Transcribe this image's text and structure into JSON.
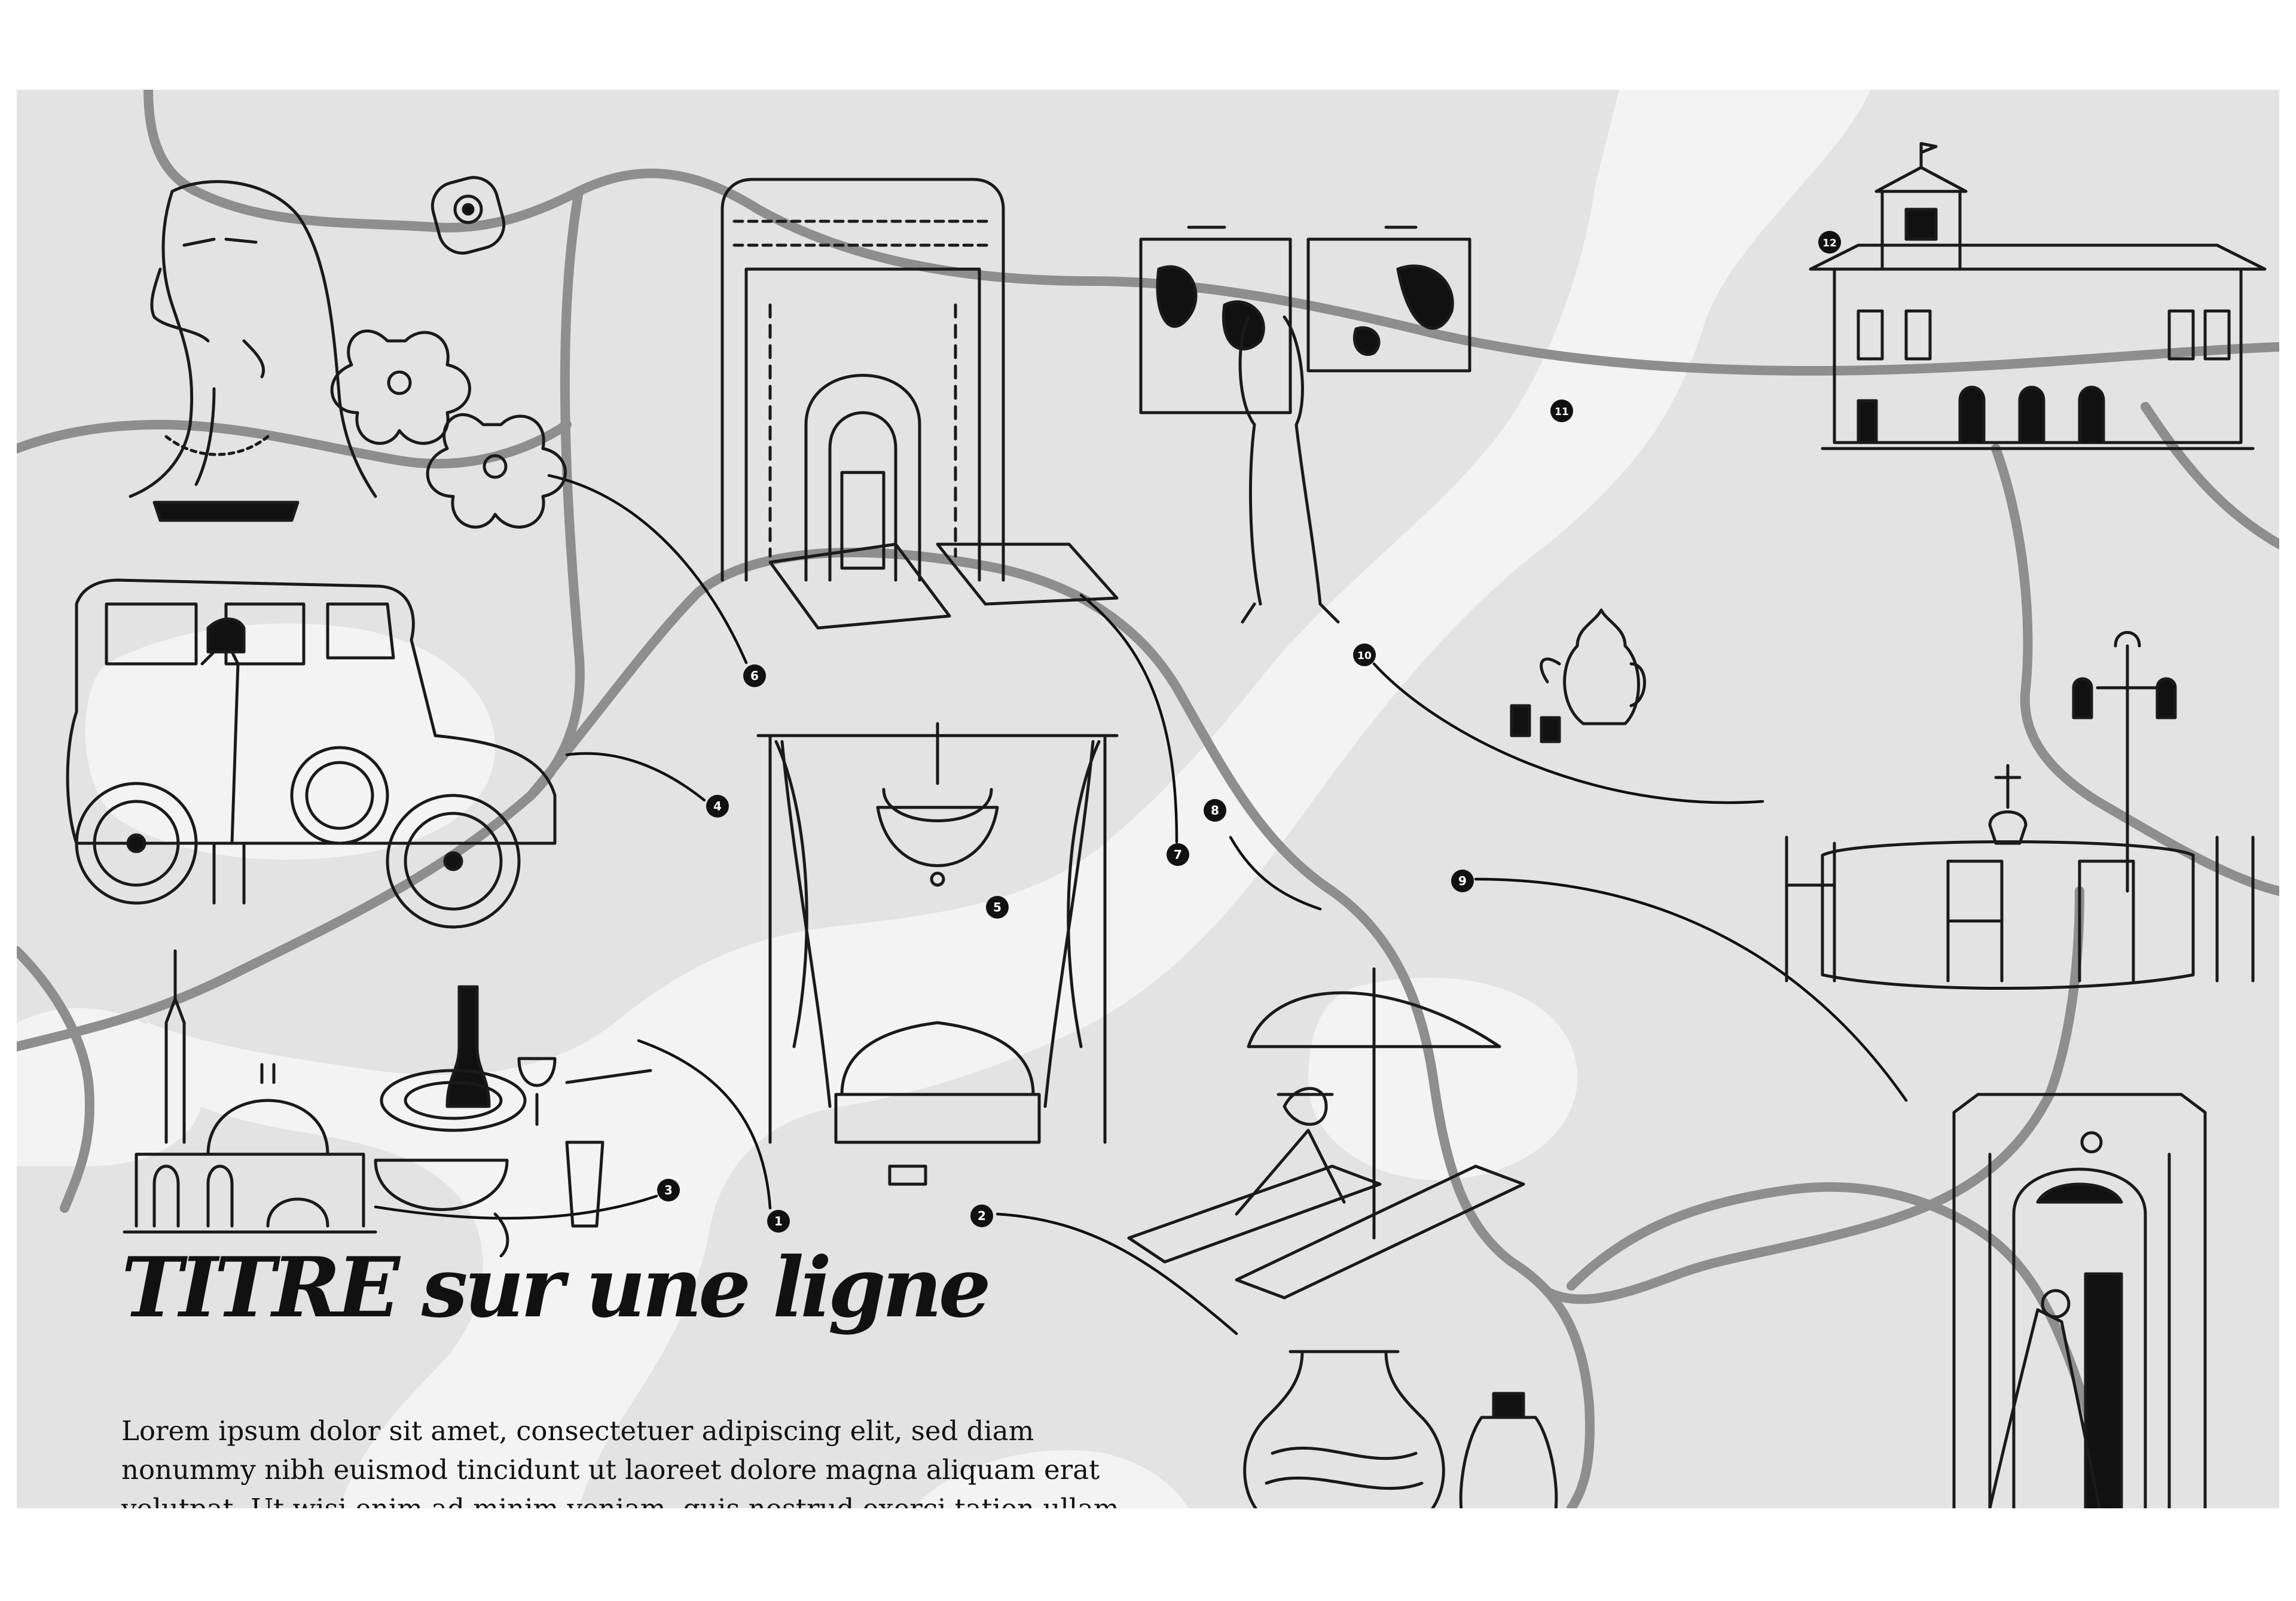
{
  "map": {
    "title": "TITRE sur une ligne",
    "body_lines": [
      "Lorem ipsum dolor sit amet, consectetuer adipiscing elit, sed diam",
      "nonummy nibh euismod tincidunt ut laoreet dolore magna aliquam erat",
      "volutpat. Ut wisi enim ad minim veniam, quis nostrud exerci tation ullam-"
    ],
    "markers": [
      "1",
      "2",
      "3",
      "4",
      "5",
      "6",
      "7",
      "8",
      "9",
      "10",
      "11",
      "12"
    ],
    "illustrations": [
      "woman-portrait-illustration",
      "ring-illustration",
      "flowers-illustration",
      "arch-gate-illustration",
      "gallery-artworks-illustration",
      "villa-illustration",
      "vintage-car-illustration",
      "chandelier-sofa-illustration",
      "coffee-pot-illustration",
      "street-lamp-illustration",
      "dining-table-illustration",
      "mosque-illustration",
      "meal-illustration",
      "sunbathing-illustration",
      "vases-illustration",
      "wedding-doorway-illustration"
    ],
    "colors": {
      "panel": "#e3e3e3",
      "light_area": "#f2f2f2",
      "road": "#8e8e8e",
      "connector": "#111111",
      "marker": "#111111"
    }
  }
}
